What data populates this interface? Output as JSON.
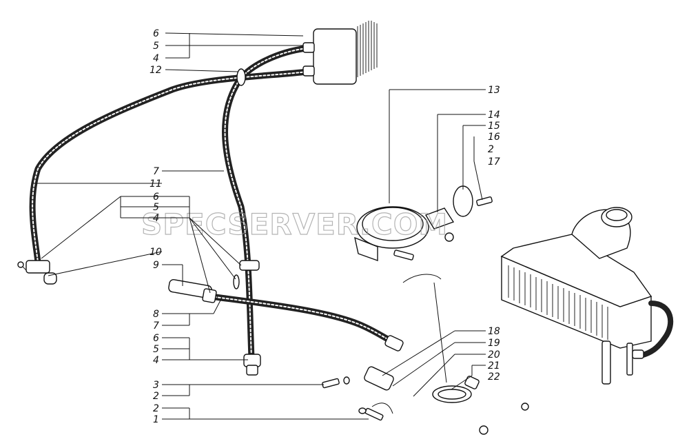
{
  "watermark": "SPECSERVER.COM",
  "labels": {
    "l6a": "6",
    "l5a": "5",
    "l4a": "4",
    "l12": "12",
    "l13": "13",
    "l14": "14",
    "l15": "15",
    "l16": "16",
    "l2a": "2",
    "l17": "17",
    "l7a": "7",
    "l11": "11",
    "l6b": "6",
    "l5b": "5",
    "l4b": "4",
    "l10": "10",
    "l9": "9",
    "l8": "8",
    "l7b": "7",
    "l6c": "6",
    "l5c": "5",
    "l4c": "4",
    "l3": "3",
    "l2b": "2",
    "l2c": "2",
    "l1": "1",
    "l18": "18",
    "l19": "19",
    "l20": "20",
    "l21": "21",
    "l22": "22"
  }
}
